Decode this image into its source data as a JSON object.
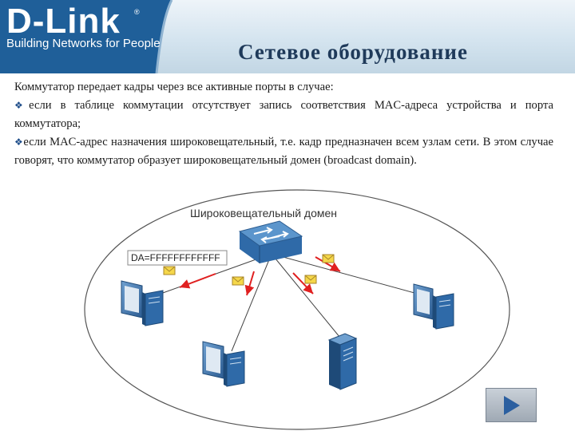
{
  "logo": {
    "brand": "D-Link",
    "registered": "®",
    "tagline": "Building Networks for People"
  },
  "title": "Сетевое оборудование",
  "body": {
    "intro": "Коммутатор передает кадры через все активные порты в случае:",
    "bullets": [
      "если в таблице коммутации отсутствует запись соответствия MAC-адреса устройства и порта коммутатора;",
      "если MAC-адрес назначения широковещательный, т.е. кадр предназначен всем узлам сети. В этом случае говорят, что коммутатор образует широковещательный домен (broadcast domain)."
    ]
  },
  "diagram": {
    "domain_label": "Широковещательный домен",
    "frame_label": "DA=FFFFFFFFFFFF",
    "colors": {
      "arrow": "#e02020",
      "envelope": "#f5d74a",
      "switch": "#3d7fbf",
      "pc": "#3a6fa8"
    }
  },
  "nav": {
    "icon": "play-icon"
  }
}
